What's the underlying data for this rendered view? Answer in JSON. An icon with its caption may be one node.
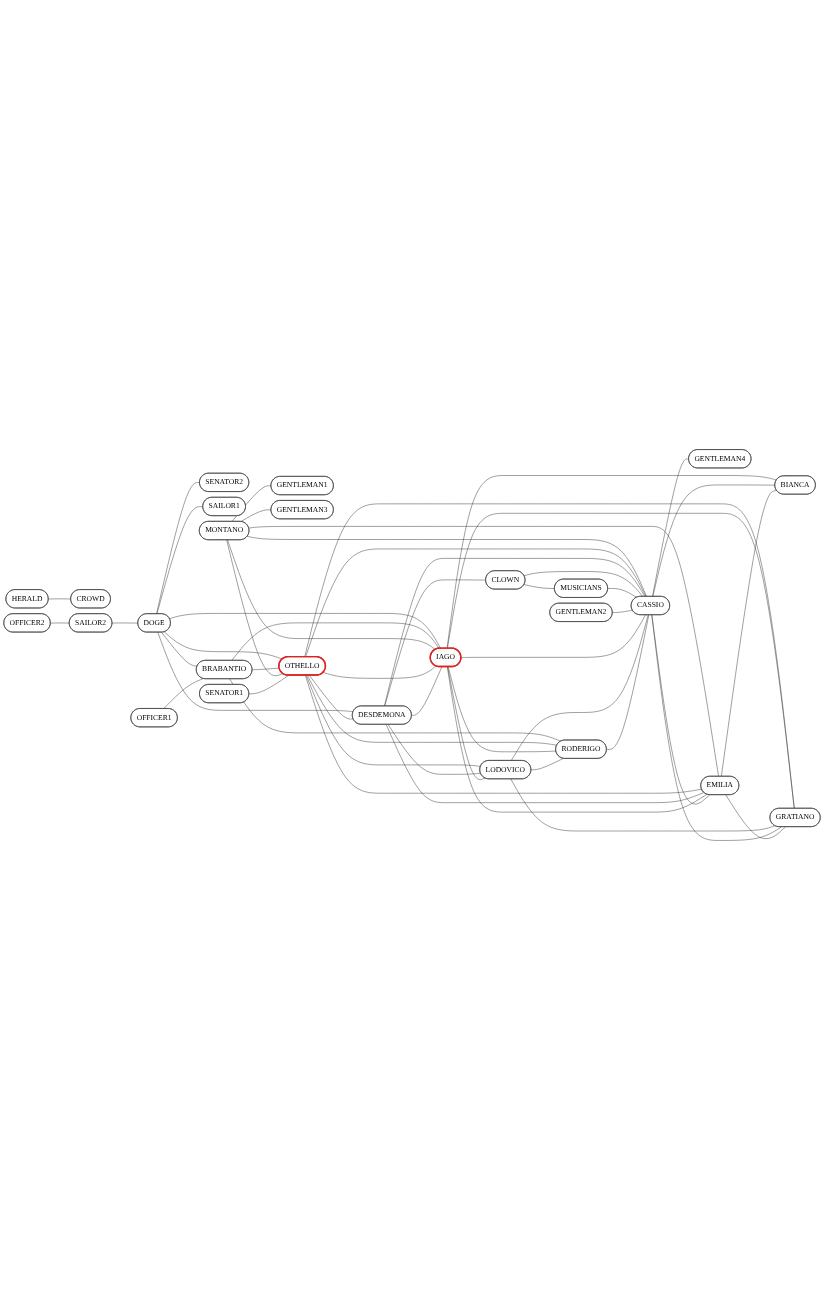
{
  "diagram": {
    "nodes": [
      {
        "text": [
          "HERALD"
        ]
      },
      {
        "text": [
          "CROWD"
        ]
      },
      {
        "text": [
          "OFFICER2"
        ]
      },
      {
        "text": [
          "SAILOR2"
        ]
      },
      {
        "text": [
          "DOGE"
        ]
      },
      {
        "text": [
          "SENATOR2"
        ]
      },
      {
        "text": [
          "SAILOR1"
        ]
      },
      {
        "text": [
          "GENTLEMAN1"
        ]
      },
      {
        "text": [
          "OFFICER1"
        ]
      },
      {
        "text": [
          "BRABANTIO"
        ]
      },
      {
        "text": [
          "SENATOR1"
        ]
      },
      {
        "text": [
          "MONTANO"
        ]
      },
      {
        "text": [
          "GENTLEMAN3"
        ]
      },
      {
        "text": [
          "OTHELLO"
        ]
      },
      {
        "text": [
          "DESDEMONA"
        ]
      },
      {
        "text": [
          "CLOWN"
        ]
      },
      {
        "text": [
          "MUSICIANS"
        ]
      },
      {
        "text": [
          "GENTLEMAN2"
        ]
      },
      {
        "text": [
          "IAGO"
        ]
      },
      {
        "text": [
          "LODOVICO"
        ]
      },
      {
        "text": [
          "RODERIGO"
        ]
      },
      {
        "text": [
          "CASSIO"
        ]
      },
      {
        "text": [
          "GENTLEMAN4"
        ]
      },
      {
        "text": [
          "EMILIA"
        ]
      },
      {
        "text": [
          "BIANCA"
        ]
      },
      {
        "text": [
          "GRATIANO"
        ]
      }
    ],
    "edges": [
      {
        "from": 0,
        "to": 1,
        "arrow": "none"
      },
      {
        "from": 2,
        "to": 3,
        "arrow": "none"
      },
      {
        "from": 3,
        "to": 4,
        "arrow": "none"
      },
      {
        "from": 4,
        "to": 6,
        "arrow": "none"
      },
      {
        "from": 4,
        "to": 5,
        "arrow": "none"
      },
      {
        "from": 4,
        "to": 9,
        "arrow": "none"
      },
      {
        "from": 4,
        "to": 13,
        "arrow": "none"
      },
      {
        "from": 4,
        "to": 14,
        "arrow": "none"
      },
      {
        "from": 4,
        "to": 18,
        "arrow": "none"
      },
      {
        "from": 8,
        "to": 9,
        "arrow": "none"
      },
      {
        "from": 9,
        "to": 18,
        "arrow": "none"
      },
      {
        "from": 9,
        "to": 13,
        "arrow": "none"
      },
      {
        "from": 9,
        "to": 20,
        "arrow": "none"
      },
      {
        "from": 11,
        "to": 7,
        "arrow": "none"
      },
      {
        "from": 11,
        "to": 12,
        "arrow": "none"
      },
      {
        "from": 11,
        "to": 13,
        "arrow": "none"
      },
      {
        "from": 11,
        "to": 18,
        "arrow": "none"
      },
      {
        "from": 11,
        "to": 21,
        "arrow": "none"
      },
      {
        "from": 11,
        "to": 23,
        "arrow": "none"
      },
      {
        "from": 10,
        "to": 13,
        "arrow": "none"
      },
      {
        "from": 13,
        "to": 14,
        "arrow": "none"
      },
      {
        "from": 13,
        "to": 18,
        "arrow": "none"
      },
      {
        "from": 13,
        "to": 19,
        "arrow": "none"
      },
      {
        "from": 13,
        "to": 20,
        "arrow": "none"
      },
      {
        "from": 13,
        "to": 21,
        "arrow": "none"
      },
      {
        "from": 13,
        "to": 23,
        "arrow": "none"
      },
      {
        "from": 13,
        "to": 25,
        "arrow": "none"
      },
      {
        "from": 14,
        "to": 15,
        "arrow": "none"
      },
      {
        "from": 14,
        "to": 23,
        "arrow": "none"
      },
      {
        "from": 14,
        "to": 21,
        "arrow": "none"
      },
      {
        "from": 14,
        "to": 18,
        "arrow": "none"
      },
      {
        "from": 14,
        "to": 19,
        "arrow": "none"
      },
      {
        "from": 15,
        "to": 16,
        "arrow": "none"
      },
      {
        "from": 15,
        "to": 21,
        "arrow": "none"
      },
      {
        "from": 16,
        "to": 21,
        "arrow": "none"
      },
      {
        "from": 17,
        "to": 21,
        "arrow": "none"
      },
      {
        "from": 18,
        "to": 19,
        "arrow": "none"
      },
      {
        "from": 18,
        "to": 20,
        "arrow": "none"
      },
      {
        "from": 18,
        "to": 21,
        "arrow": "none"
      },
      {
        "from": 18,
        "to": 25,
        "arrow": "none"
      },
      {
        "from": 18,
        "to": 23,
        "arrow": "none"
      },
      {
        "from": 18,
        "to": 24,
        "arrow": "none"
      },
      {
        "from": 19,
        "to": 20,
        "arrow": "none"
      },
      {
        "from": 19,
        "to": 21,
        "arrow": "none"
      },
      {
        "from": 19,
        "to": 25,
        "arrow": "none"
      },
      {
        "from": 20,
        "to": 21,
        "arrow": "none"
      },
      {
        "from": 21,
        "to": 22,
        "arrow": "none"
      },
      {
        "from": 21,
        "to": 23,
        "arrow": "none"
      },
      {
        "from": 21,
        "to": 24,
        "arrow": "none"
      },
      {
        "from": 21,
        "to": 25,
        "arrow": "none"
      },
      {
        "from": 23,
        "to": 24,
        "arrow": "none"
      },
      {
        "from": 23,
        "to": 25,
        "arrow": "none"
      }
    ]
  }
}
